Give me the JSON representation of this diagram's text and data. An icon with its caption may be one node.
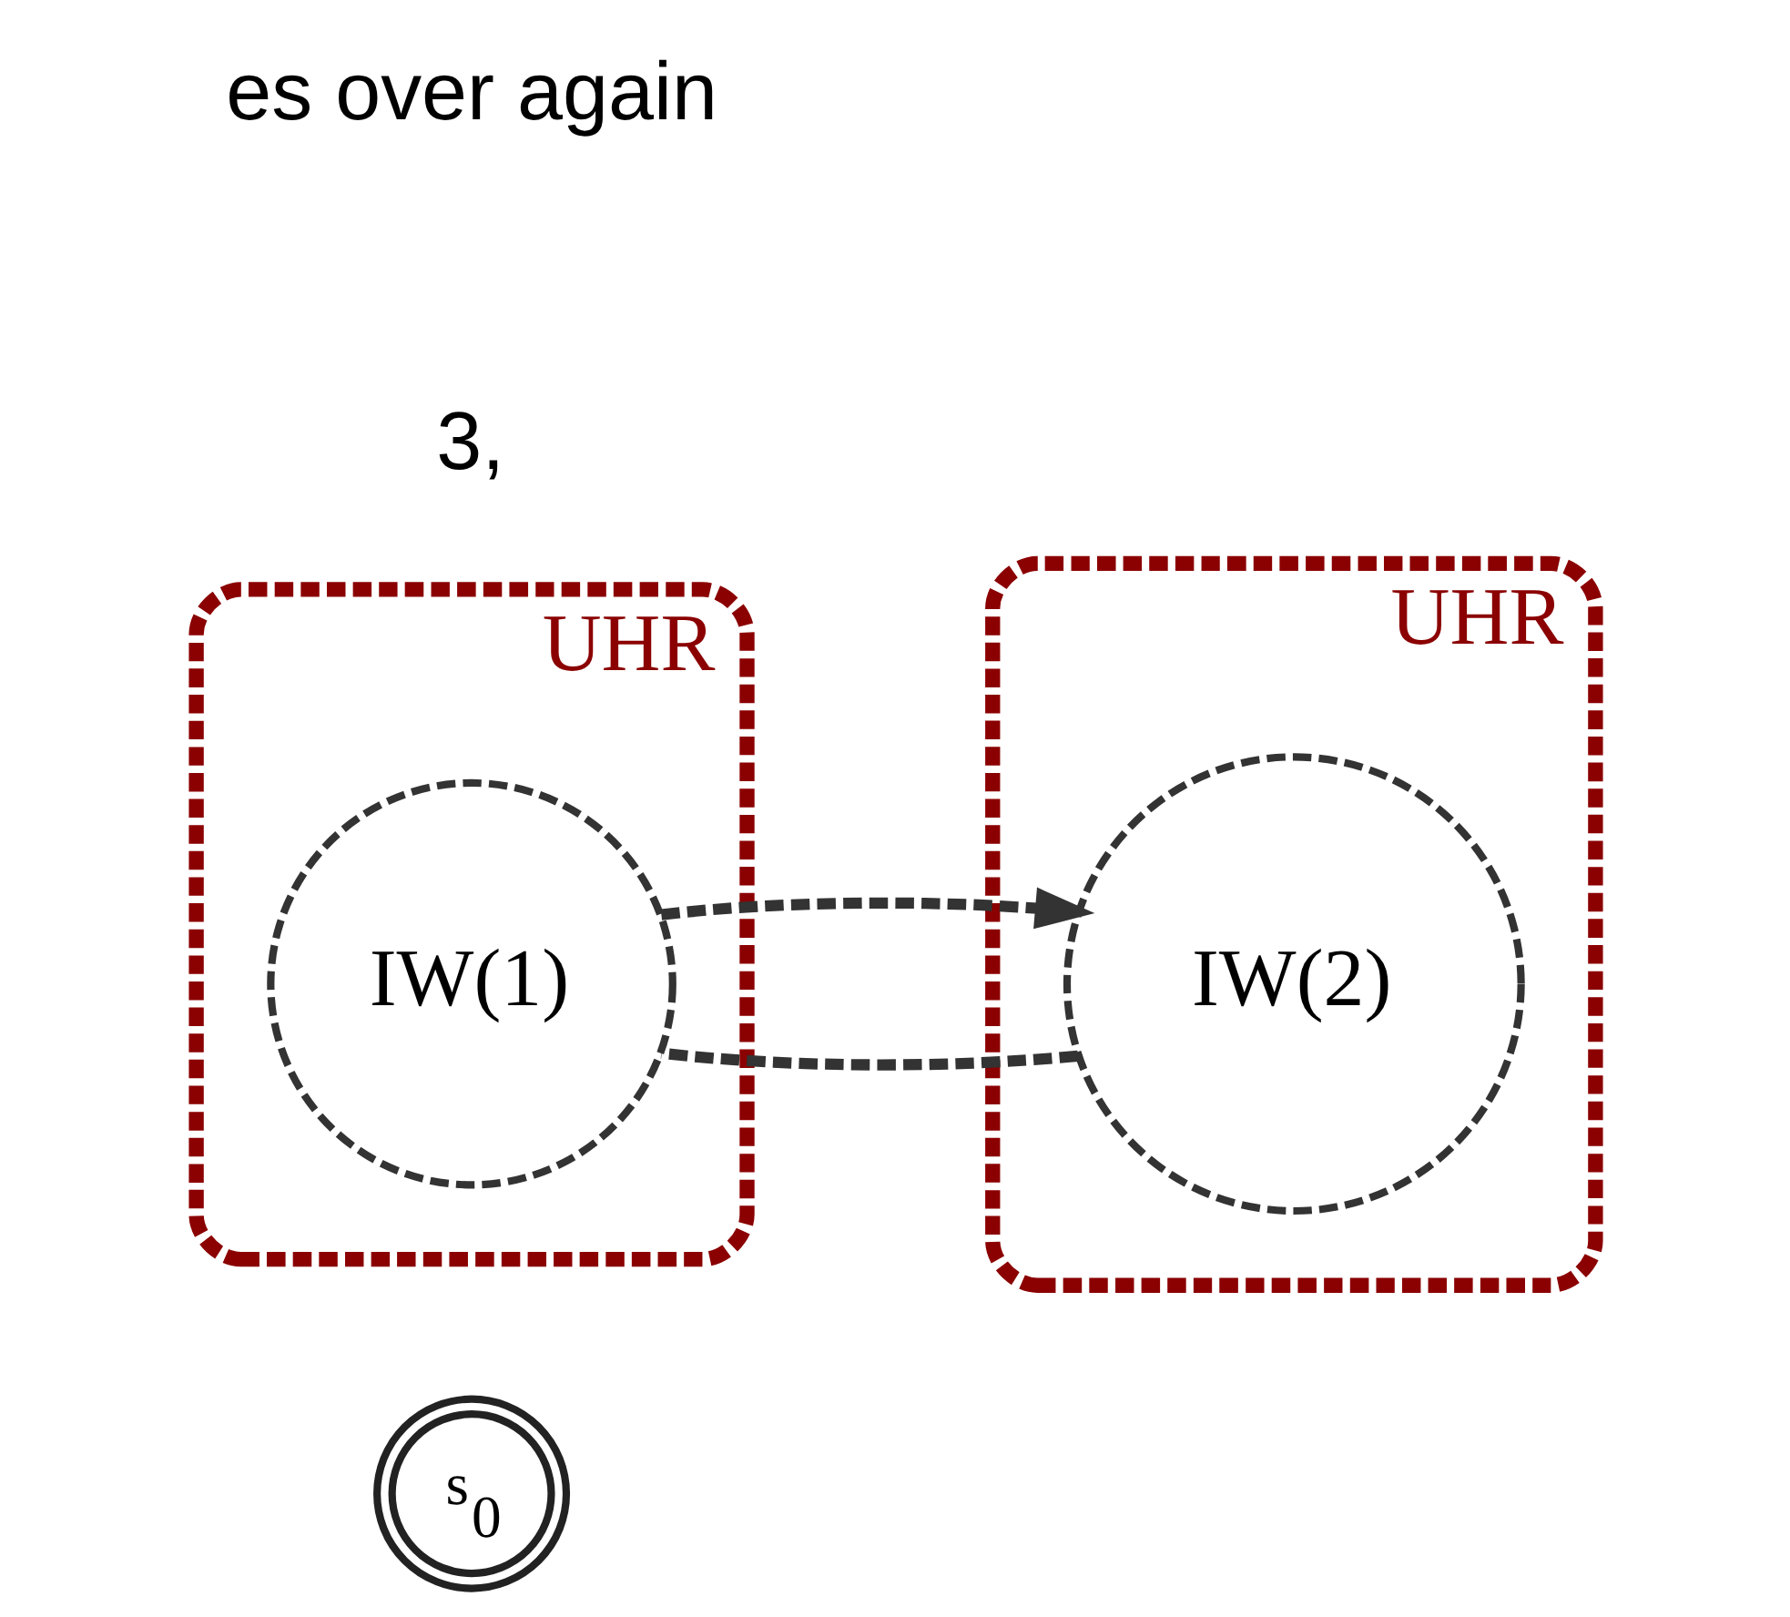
{
  "diagram": {
    "nodes": [
      {
        "text": [
          "s$_{0}$"
        ]
      },
      {
        "text": [
          "UHR"
        ]
      },
      {
        "text": [
          "IW(1)"
        ],
        "in": 1
      },
      {
        "text": [
          "UHR"
        ]
      },
      {
        "text": [
          "IW(2)"
        ],
        "in": 3
      }
    ],
    "edges": [
      {
        "from": 2,
        "to": 4,
        "arrow": "to",
        "style": "dashed"
      },
      {
        "from": 4,
        "to": 2,
        "arrow": "none",
        "style": "dashed"
      }
    ],
    "labels": [
      "3,",
      "es over again"
    ]
  }
}
